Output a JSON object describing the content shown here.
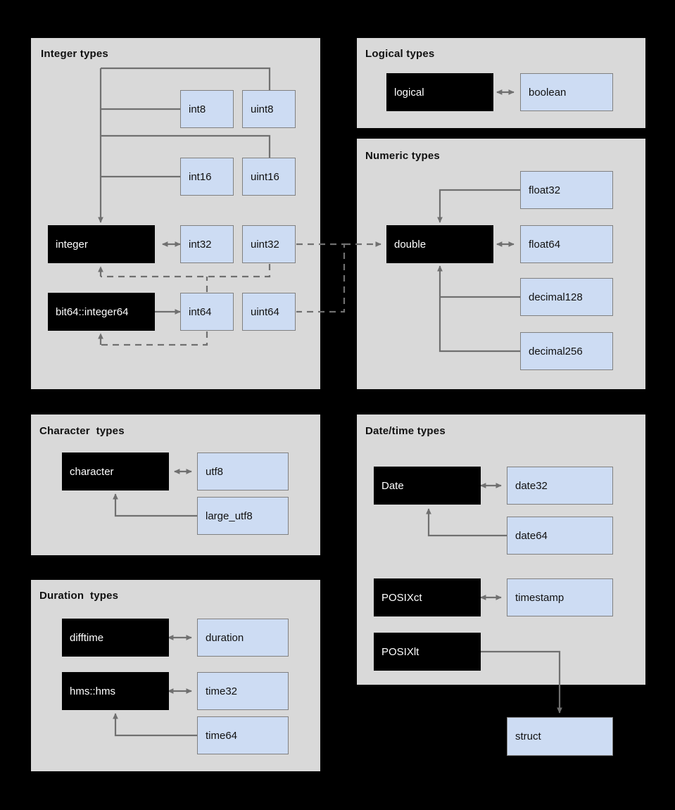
{
  "diagram": {
    "title_semantics": "R type to Arrow type mapping",
    "colors": {
      "panel_bg": "#d9d9d9",
      "canvas_bg": "#000000",
      "r_type_box": "#000000",
      "arrow_type_box": "#cddcf3",
      "box_border": "#808080",
      "wire": "#707070"
    }
  },
  "panels": [
    {
      "key": "integer",
      "title": "Integer types",
      "nodes": [
        {
          "label": "int8",
          "kind": "arrow"
        },
        {
          "label": "uint8",
          "kind": "arrow"
        },
        {
          "label": "int16",
          "kind": "arrow"
        },
        {
          "label": "uint16",
          "kind": "arrow"
        },
        {
          "label": "integer",
          "kind": "r"
        },
        {
          "label": "int32",
          "kind": "arrow"
        },
        {
          "label": "uint32",
          "kind": "arrow"
        },
        {
          "label": "bit64::integer64",
          "kind": "r"
        },
        {
          "label": "int64",
          "kind": "arrow"
        },
        {
          "label": "uint64",
          "kind": "arrow"
        }
      ]
    },
    {
      "key": "logical",
      "title": "Logical types",
      "nodes": [
        {
          "label": "logical",
          "kind": "r"
        },
        {
          "label": "boolean",
          "kind": "arrow"
        }
      ]
    },
    {
      "key": "numeric",
      "title": "Numeric types",
      "nodes": [
        {
          "label": "float32",
          "kind": "arrow"
        },
        {
          "label": "double",
          "kind": "r"
        },
        {
          "label": "float64",
          "kind": "arrow"
        },
        {
          "label": "decimal128",
          "kind": "arrow"
        },
        {
          "label": "decimal256",
          "kind": "arrow"
        }
      ]
    },
    {
      "key": "character",
      "title": "Character  types",
      "nodes": [
        {
          "label": "character",
          "kind": "r"
        },
        {
          "label": "utf8",
          "kind": "arrow"
        },
        {
          "label": "large_utf8",
          "kind": "arrow"
        }
      ]
    },
    {
      "key": "datetime",
      "title": "Date/time types",
      "nodes": [
        {
          "label": "Date",
          "kind": "r"
        },
        {
          "label": "date32",
          "kind": "arrow"
        },
        {
          "label": "date64",
          "kind": "arrow"
        },
        {
          "label": "POSIXct",
          "kind": "r"
        },
        {
          "label": "timestamp",
          "kind": "arrow"
        },
        {
          "label": "POSIXlt",
          "kind": "r"
        }
      ]
    },
    {
      "key": "duration",
      "title": "Duration  types",
      "nodes": [
        {
          "label": "difftime",
          "kind": "r"
        },
        {
          "label": "duration",
          "kind": "arrow"
        },
        {
          "label": "hms::hms",
          "kind": "r"
        },
        {
          "label": "time32",
          "kind": "arrow"
        },
        {
          "label": "time64",
          "kind": "arrow"
        }
      ]
    },
    {
      "key": "standalone",
      "title": "",
      "nodes": [
        {
          "label": "struct",
          "kind": "arrow"
        }
      ]
    }
  ],
  "boxes": {
    "int8": "int8",
    "uint8": "uint8",
    "int16": "int16",
    "uint16": "uint16",
    "integer": "integer",
    "int32": "int32",
    "uint32": "uint32",
    "integer64": "bit64::integer64",
    "int64": "int64",
    "uint64": "uint64",
    "logical": "logical",
    "boolean": "boolean",
    "float32": "float32",
    "double": "double",
    "float64": "float64",
    "decimal128": "decimal128",
    "decimal256": "decimal256",
    "character": "character",
    "utf8": "utf8",
    "large_utf8": "large_utf8",
    "date_r": "Date",
    "date32": "date32",
    "date64": "date64",
    "posixct": "POSIXct",
    "timestamp": "timestamp",
    "posixlt": "POSIXlt",
    "difftime": "difftime",
    "duration": "duration",
    "hms": "hms::hms",
    "time32": "time32",
    "time64": "time64",
    "struct": "struct"
  },
  "titles": {
    "integer": "Integer types",
    "logical": "Logical types",
    "numeric": "Numeric types",
    "character": "Character  types",
    "datetime": "Date/time types",
    "duration": "Duration  types"
  },
  "edges": [
    {
      "from": "integer",
      "to": "int8",
      "style": "solid",
      "kind": "one-way"
    },
    {
      "from": "integer",
      "to": "uint8",
      "style": "solid",
      "kind": "one-way"
    },
    {
      "from": "integer",
      "to": "int16",
      "style": "solid",
      "kind": "one-way"
    },
    {
      "from": "integer",
      "to": "uint16",
      "style": "solid",
      "kind": "one-way"
    },
    {
      "from": "integer",
      "to": "int32",
      "style": "solid",
      "kind": "two-way"
    },
    {
      "from": "uint32",
      "to": "integer",
      "style": "dashed",
      "kind": "one-way"
    },
    {
      "from": "int64",
      "to": "integer",
      "style": "dashed",
      "kind": "one-way"
    },
    {
      "from": "integer64",
      "to": "int64",
      "style": "solid",
      "kind": "one-way"
    },
    {
      "from": "uint64",
      "to": "integer64",
      "style": "dashed",
      "kind": "one-way"
    },
    {
      "from": "uint32",
      "to": "double",
      "style": "dashed",
      "kind": "one-way"
    },
    {
      "from": "uint64",
      "to": "double",
      "style": "dashed",
      "kind": "one-way"
    },
    {
      "from": "logical",
      "to": "boolean",
      "style": "solid",
      "kind": "two-way"
    },
    {
      "from": "float32",
      "to": "double",
      "style": "solid",
      "kind": "one-way"
    },
    {
      "from": "double",
      "to": "float64",
      "style": "solid",
      "kind": "two-way"
    },
    {
      "from": "decimal128",
      "to": "double",
      "style": "solid",
      "kind": "one-way"
    },
    {
      "from": "decimal256",
      "to": "double",
      "style": "solid",
      "kind": "one-way"
    },
    {
      "from": "character",
      "to": "utf8",
      "style": "solid",
      "kind": "two-way"
    },
    {
      "from": "large_utf8",
      "to": "character",
      "style": "solid",
      "kind": "one-way"
    },
    {
      "from": "date_r",
      "to": "date32",
      "style": "solid",
      "kind": "two-way"
    },
    {
      "from": "date64",
      "to": "date_r",
      "style": "solid",
      "kind": "one-way"
    },
    {
      "from": "posixct",
      "to": "timestamp",
      "style": "solid",
      "kind": "two-way"
    },
    {
      "from": "posixlt",
      "to": "struct",
      "style": "solid",
      "kind": "one-way"
    },
    {
      "from": "difftime",
      "to": "duration",
      "style": "solid",
      "kind": "two-way"
    },
    {
      "from": "hms",
      "to": "time32",
      "style": "solid",
      "kind": "two-way"
    },
    {
      "from": "time64",
      "to": "hms",
      "style": "solid",
      "kind": "one-way"
    }
  ]
}
